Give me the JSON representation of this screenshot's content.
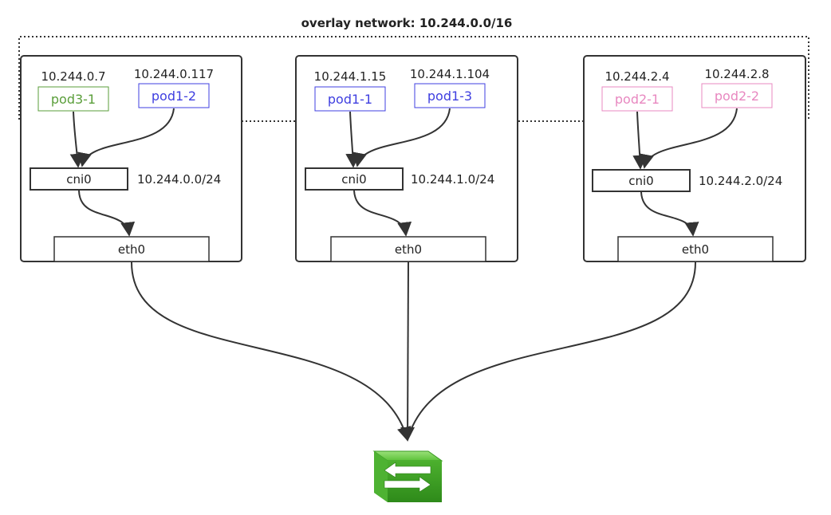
{
  "overlay": {
    "title": "overlay network: 10.244.0.0/16"
  },
  "colors": {
    "green": "#5a9e3a",
    "blue": "#3f3fe0",
    "pink": "#e888c0",
    "line": "#333333"
  },
  "nodes": [
    {
      "pods": [
        {
          "ip": "10.244.0.7",
          "name": "pod3-1",
          "color": "#5a9e3a"
        },
        {
          "ip": "10.244.0.117",
          "name": "pod1-2",
          "color": "#3f3fe0"
        }
      ],
      "bridge": "cni0",
      "subnet": "10.244.0.0/24",
      "iface": "eth0"
    },
    {
      "pods": [
        {
          "ip": "10.244.1.15",
          "name": "pod1-1",
          "color": "#3f3fe0"
        },
        {
          "ip": "10.244.1.104",
          "name": "pod1-3",
          "color": "#3f3fe0"
        }
      ],
      "bridge": "cni0",
      "subnet": "10.244.1.0/24",
      "iface": "eth0"
    },
    {
      "pods": [
        {
          "ip": "10.244.2.4",
          "name": "pod2-1",
          "color": "#e888c0"
        },
        {
          "ip": "10.244.2.8",
          "name": "pod2-2",
          "color": "#e888c0"
        }
      ],
      "bridge": "cni0",
      "subnet": "10.244.2.0/24",
      "iface": "eth0"
    }
  ],
  "switch": {
    "icon": "network-switch-icon",
    "color": "#56c23a"
  }
}
